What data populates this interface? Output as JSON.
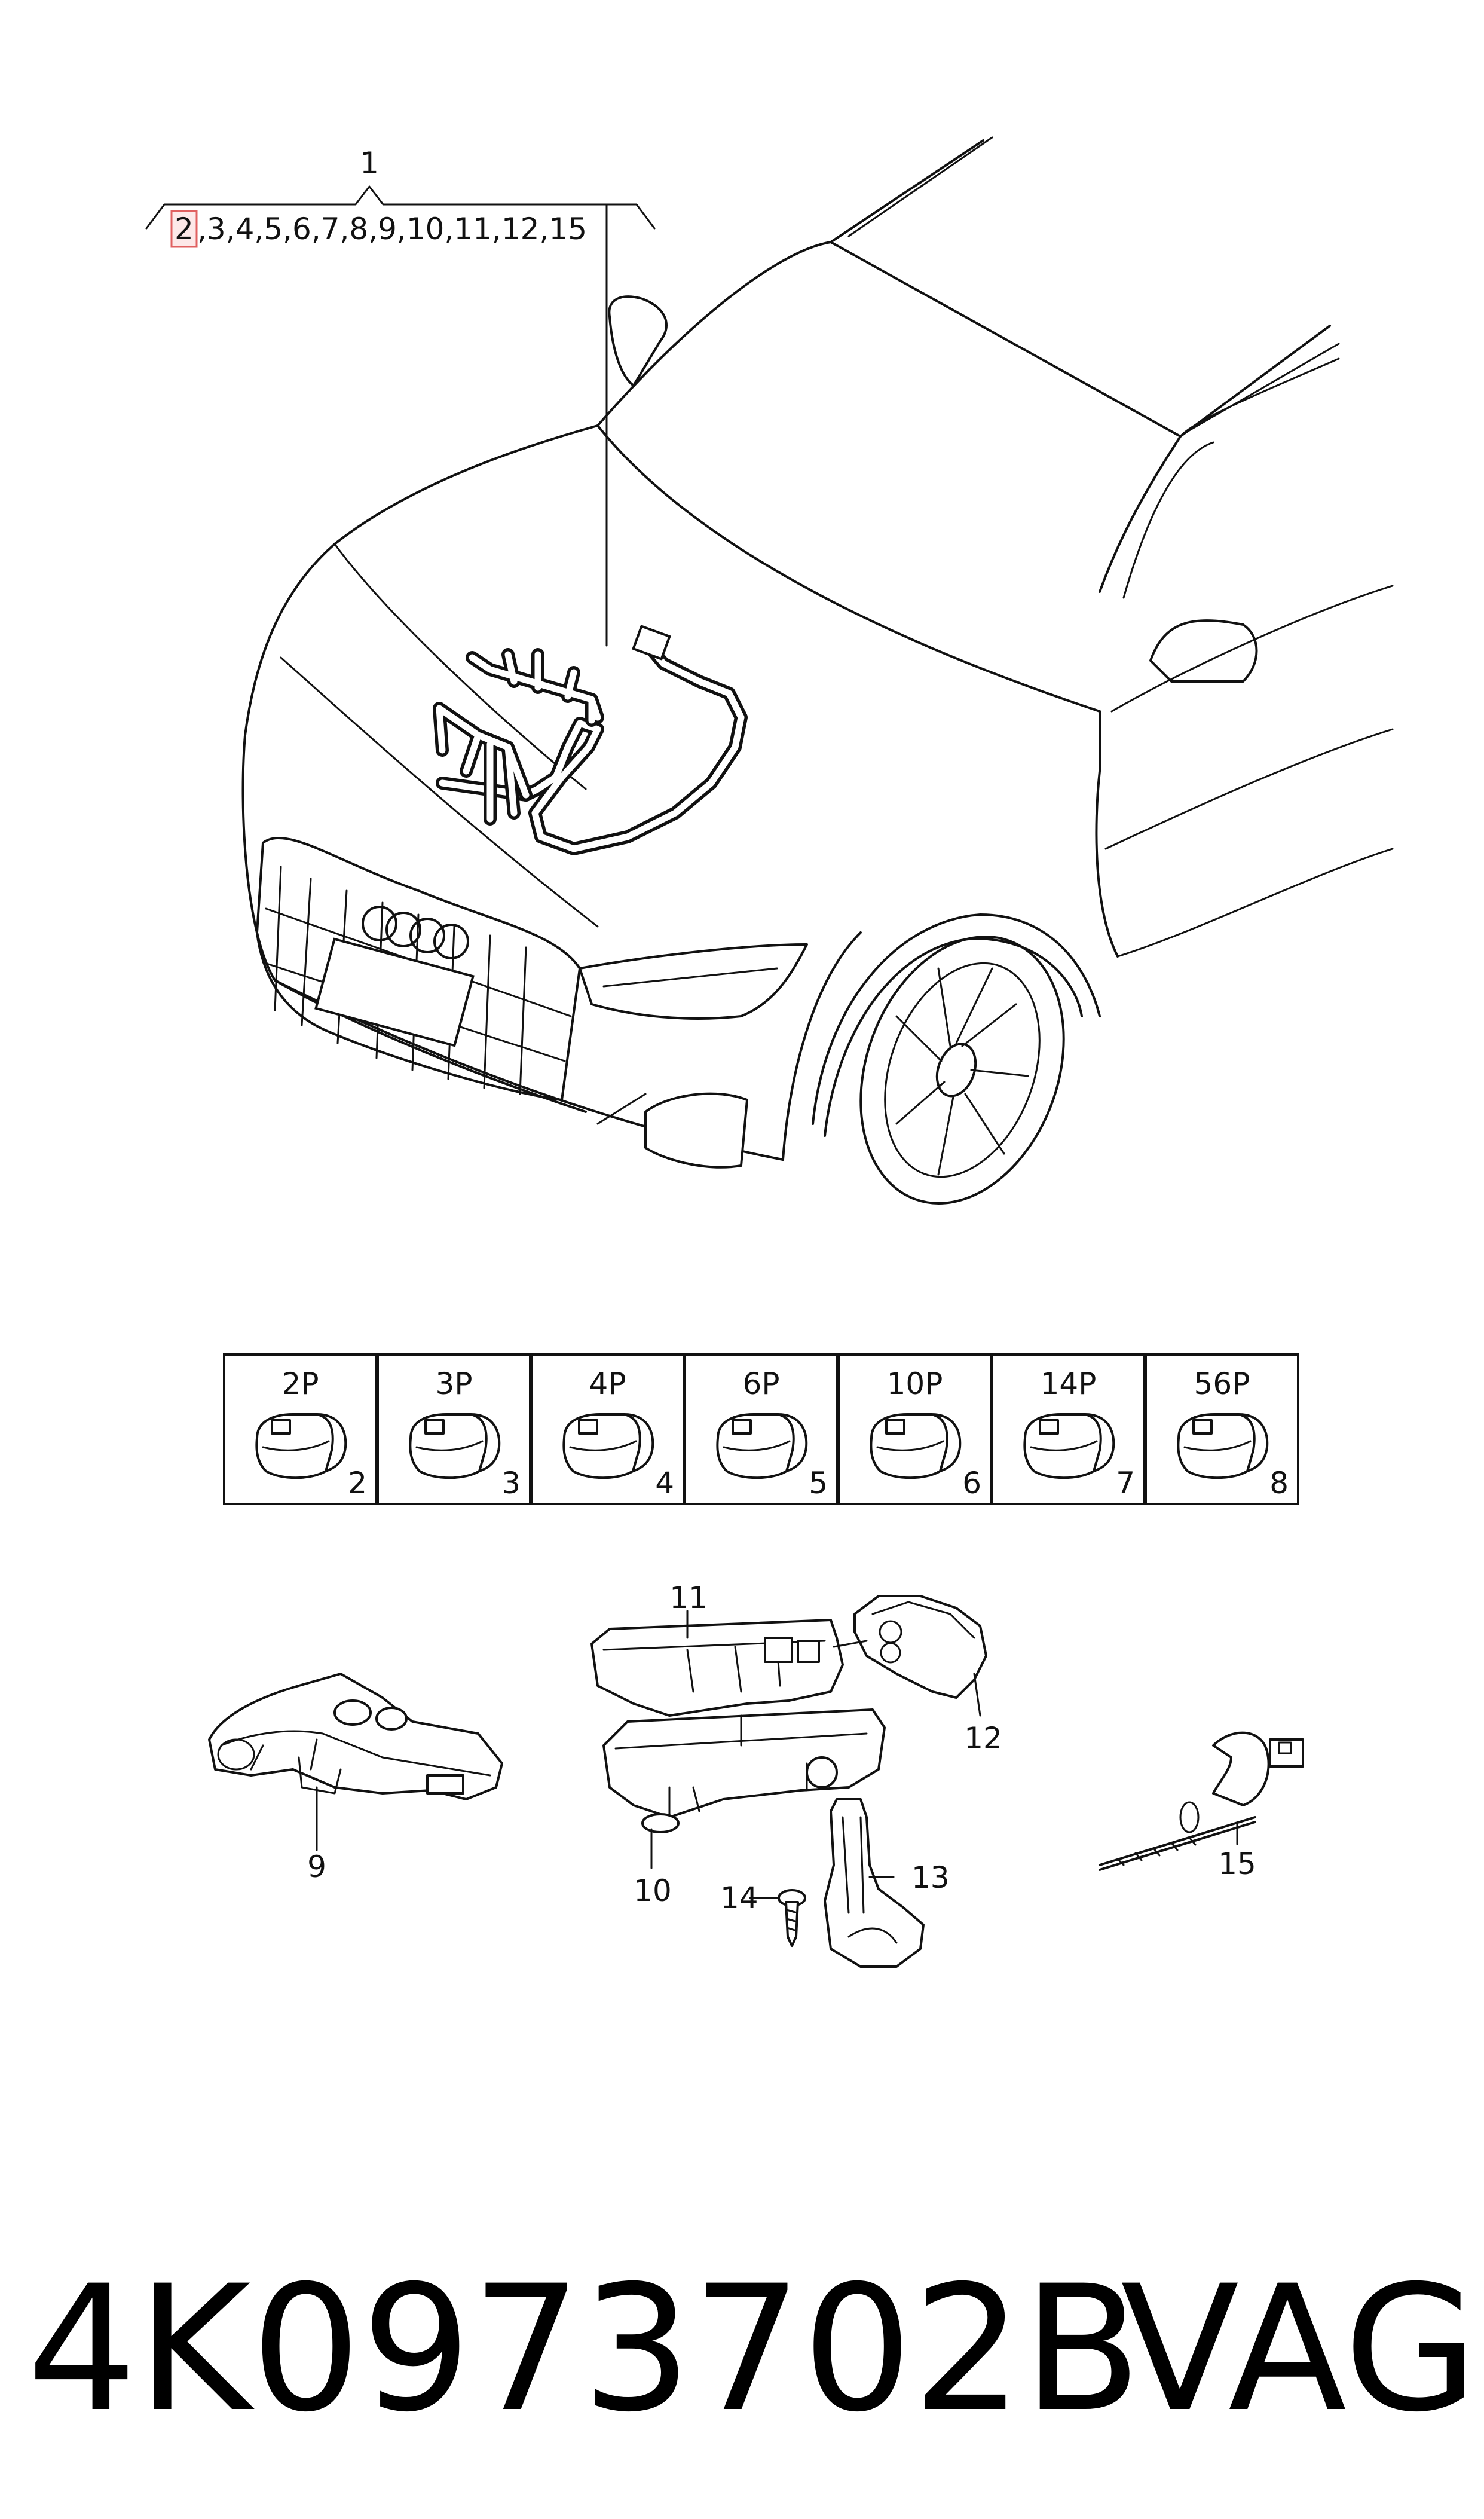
{
  "callout_top": {
    "main_number": "1",
    "highlighted_item": "2",
    "items_rest": ",3,4,5,6,7,8,9,10,11,12,15",
    "highlight_color": "#e06060"
  },
  "connectors": [
    {
      "pins": "2P",
      "item": "2"
    },
    {
      "pins": "3P",
      "item": "3"
    },
    {
      "pins": "4P",
      "item": "4"
    },
    {
      "pins": "6P",
      "item": "5"
    },
    {
      "pins": "10P",
      "item": "6"
    },
    {
      "pins": "14P",
      "item": "7"
    },
    {
      "pins": "56P",
      "item": "8"
    }
  ],
  "part_labels": {
    "p9": "9",
    "p10": "10",
    "p11": "11",
    "p12": "12",
    "p13": "13",
    "p14": "14",
    "p15": "15"
  },
  "footer": {
    "part_number": "4K0973702B",
    "brand": "VAG"
  }
}
